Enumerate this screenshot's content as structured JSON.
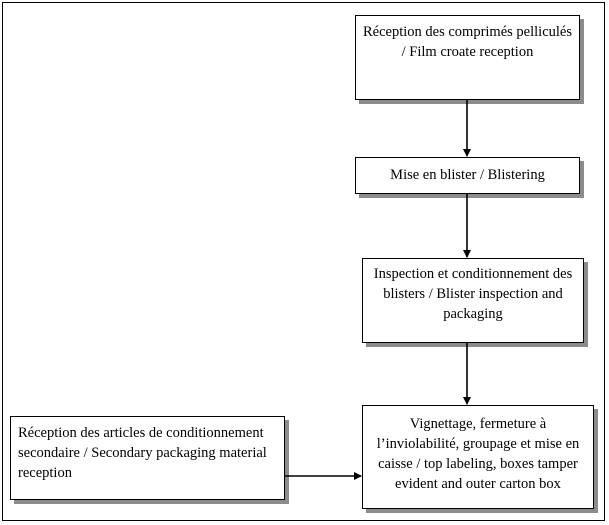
{
  "nodes": {
    "film_coated_reception": "Réception des comprimés pelliculés\n/ Film croate reception",
    "blistering": "Mise en blister / Blistering",
    "inspection_packaging": "Inspection et conditionnement des\nblisters / Blister inspection and\npackaging",
    "secondary_reception": "Réception des articles de conditionnement\nsecondaire / Secondary packaging material\nreception",
    "labeling_boxing": "Vignettage, fermeture à\nl’inviolabilité, groupage et mise en\ncaisse / top labeling, boxes tamper\nevident and outer carton box"
  },
  "edges": [
    {
      "from": "film_coated_reception",
      "to": "blistering"
    },
    {
      "from": "blistering",
      "to": "inspection_packaging"
    },
    {
      "from": "inspection_packaging",
      "to": "labeling_boxing"
    },
    {
      "from": "secondary_reception",
      "to": "labeling_boxing"
    }
  ]
}
